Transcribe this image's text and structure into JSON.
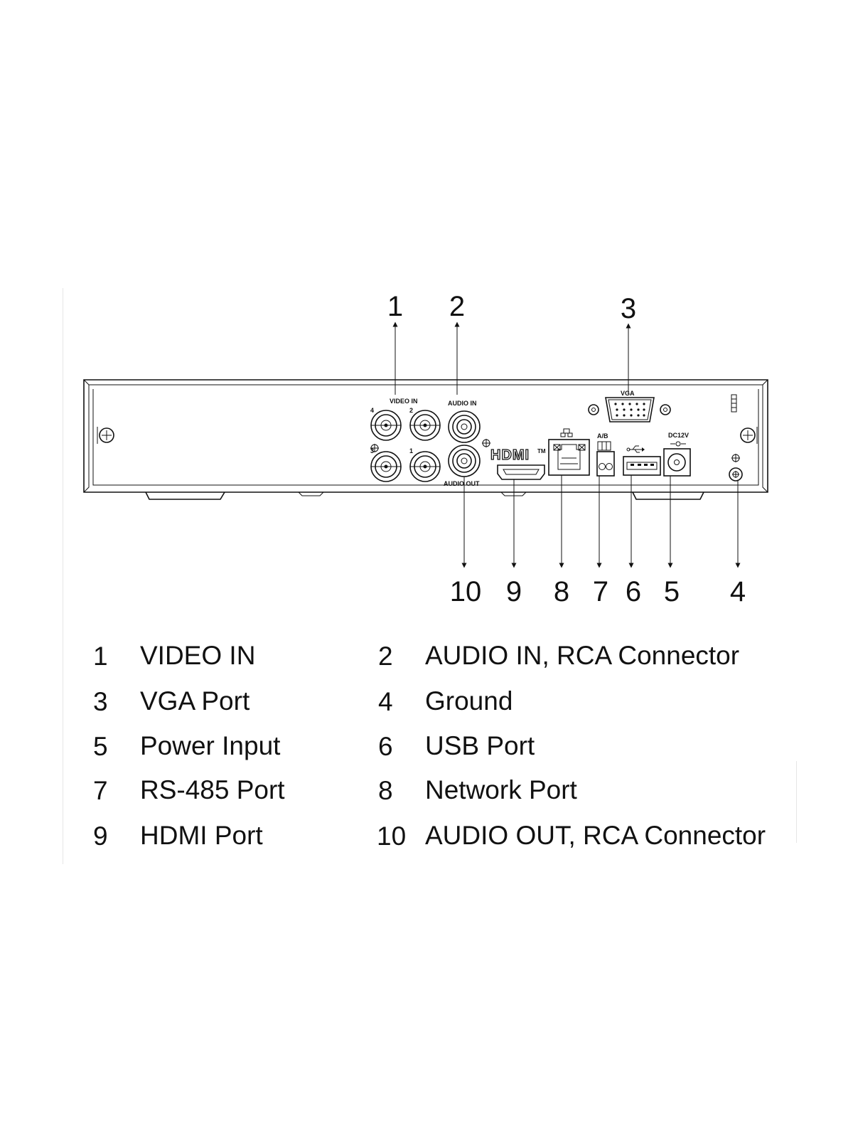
{
  "panel": {
    "labels": {
      "video_in": "VIDEO IN",
      "audio_in": "AUDIO IN",
      "audio_out": "AUDIO OUT",
      "vga": "VGA",
      "ab": "A/B",
      "dc12v": "DC12V",
      "hdmi": "HDMI",
      "tm": "TM",
      "bnc": [
        "4",
        "2",
        "3",
        "1"
      ]
    },
    "icons": [
      "ground-icon",
      "usb-icon",
      "network-icon",
      "screw-icon",
      "bnc-connector-icon",
      "rca-connector-icon"
    ]
  },
  "callouts_top": [
    "1",
    "2",
    "3"
  ],
  "callouts_bottom": [
    "10",
    "9",
    "8",
    "7",
    "6",
    "5",
    "4"
  ],
  "legend": [
    {
      "num": "1",
      "label": "VIDEO IN"
    },
    {
      "num": "2",
      "label": "AUDIO IN, RCA Connector"
    },
    {
      "num": "3",
      "label": "VGA Port"
    },
    {
      "num": "4",
      "label": "Ground"
    },
    {
      "num": "5",
      "label": "Power Input"
    },
    {
      "num": "6",
      "label": "USB Port"
    },
    {
      "num": "7",
      "label": "RS-485 Port"
    },
    {
      "num": "8",
      "label": "Network Port"
    },
    {
      "num": "9",
      "label": "HDMI Port"
    },
    {
      "num": "10",
      "label": "AUDIO OUT, RCA Connector"
    }
  ]
}
